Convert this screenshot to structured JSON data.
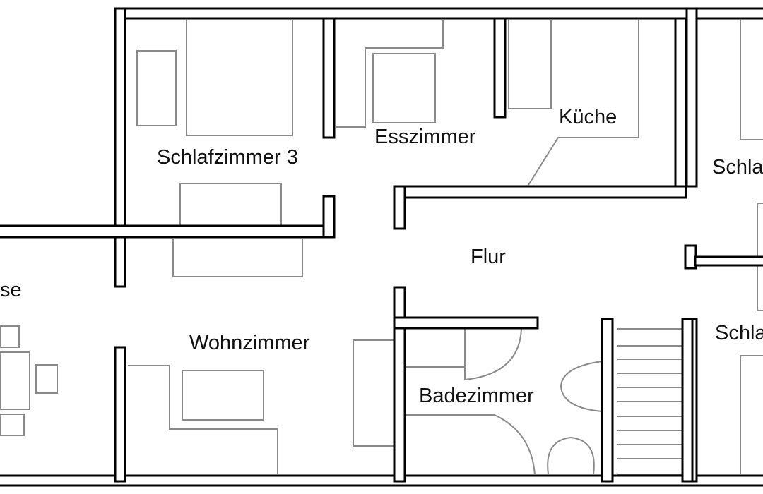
{
  "rooms": {
    "terrasse": "se",
    "schlafzimmer3": "Schlafzimmer 3",
    "esszimmer": "Esszimmer",
    "kueche": "Küche",
    "schlafzimmer_top_right": "Schla",
    "flur": "Flur",
    "wohnzimmer": "Wohnzimmer",
    "badezimmer": "Badezimmer",
    "schlafzimmer_bottom_right": "Schla"
  },
  "colors": {
    "wall": "#000000",
    "furniture": "#8a8a8a",
    "background": "#ffffff"
  }
}
